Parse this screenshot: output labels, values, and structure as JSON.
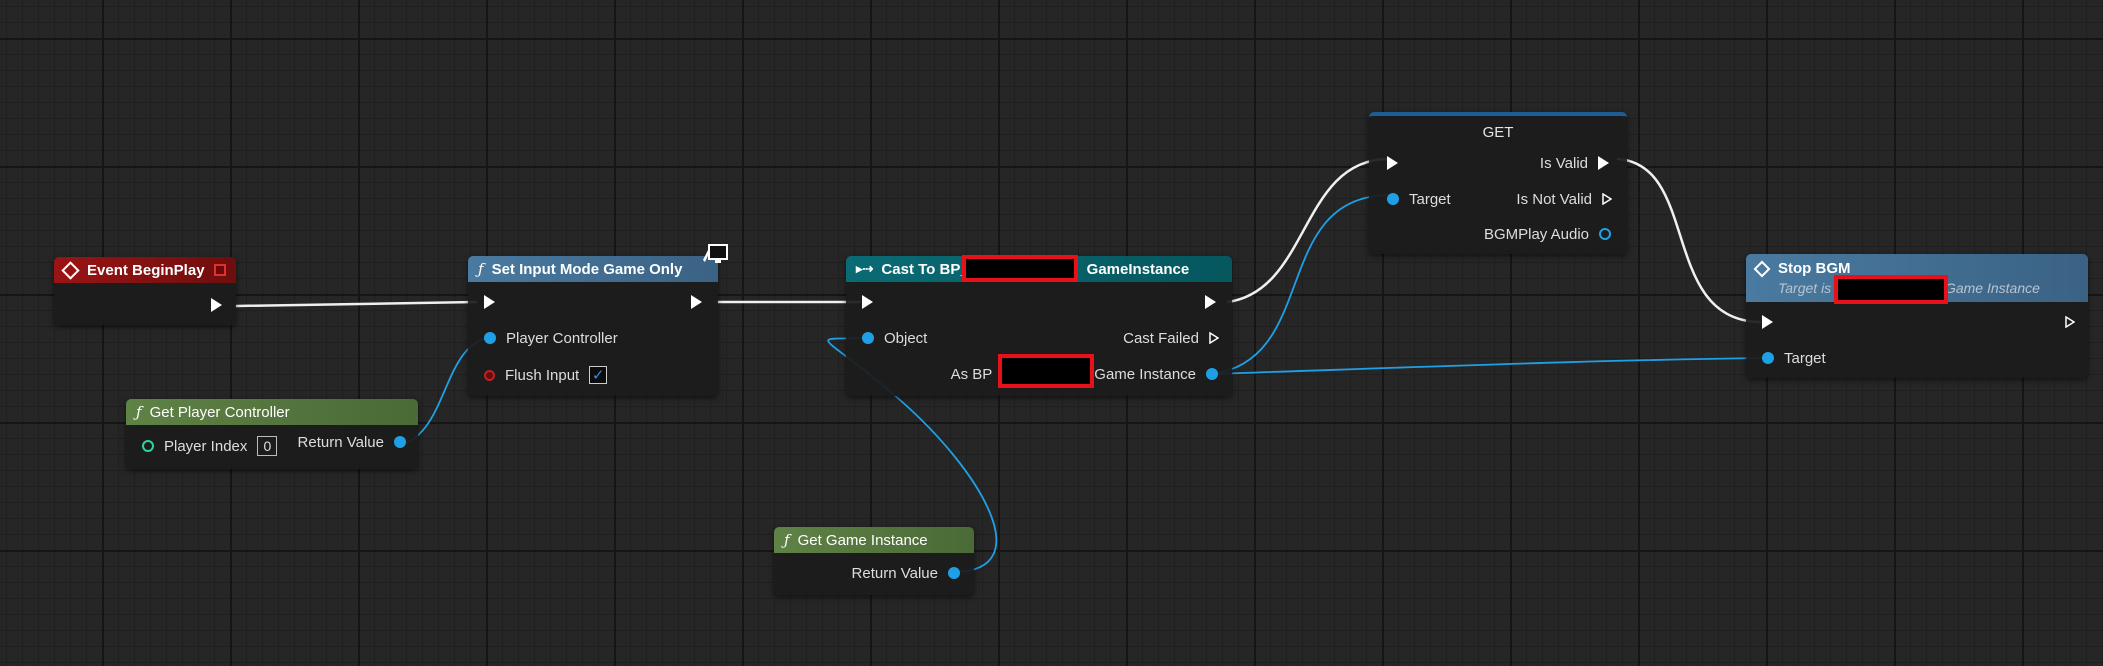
{
  "colors": {
    "event_header": "#8f1212",
    "function_header": "#3f6c8f",
    "pure_header": "#5a7a42",
    "cast_header": "#06616b",
    "exec_wire": "#f0f0f0",
    "object_wire": "#1fa0e6"
  },
  "nodes": {
    "event_begin_play": {
      "title": "Event BeginPlay",
      "icon": "event-diamond-icon"
    },
    "get_player_controller": {
      "title": "Get Player Controller",
      "player_index_label": "Player Index",
      "player_index_value": "0",
      "return_value_label": "Return Value"
    },
    "set_input_mode": {
      "title": "Set Input Mode Game Only",
      "player_controller_label": "Player Controller",
      "flush_input_label": "Flush Input",
      "flush_input_checked": true,
      "icon": "monitor-icon"
    },
    "cast_to": {
      "title_prefix": "Cast To BP_",
      "title_suffix": "GameInstance",
      "object_label": "Object",
      "cast_failed_label": "Cast Failed",
      "as_prefix": "As BP",
      "as_suffix": "Game Instance"
    },
    "get_game_instance": {
      "title": "Get Game Instance",
      "return_value_label": "Return Value"
    },
    "get": {
      "title": "GET",
      "target_label": "Target",
      "is_valid_label": "Is Valid",
      "is_not_valid_label": "Is Not Valid",
      "bgm_label": "BGMPlay Audio"
    },
    "stop_bgm": {
      "title": "Stop BGM",
      "subtitle_prefix": "Target is",
      "subtitle_suffix": "Game Instance",
      "target_label": "Target"
    }
  }
}
